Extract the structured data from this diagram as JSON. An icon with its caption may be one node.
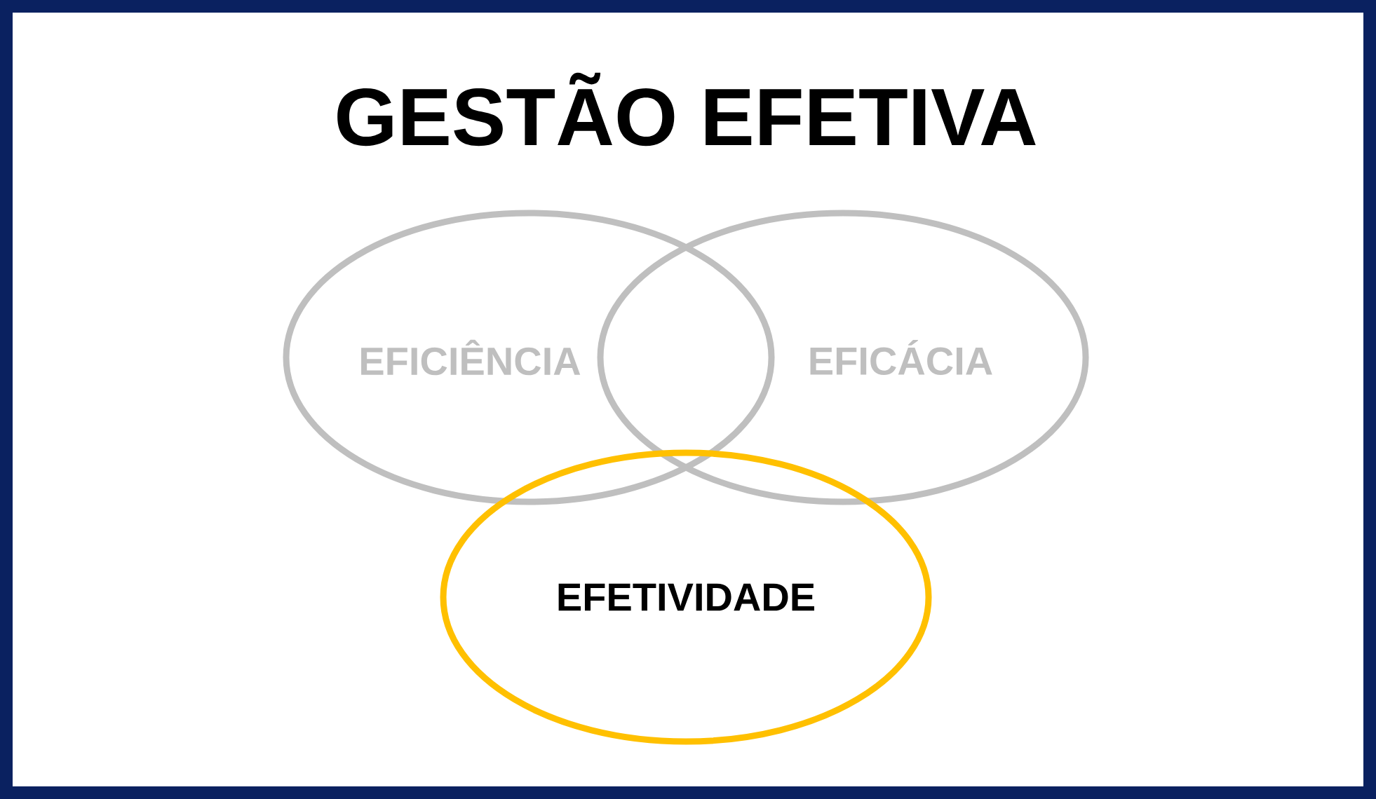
{
  "diagram": {
    "title": "GESTÃO EFETIVA",
    "nodes": [
      {
        "text": [
          "EFICIÊNCIA"
        ]
      },
      {
        "text": [
          "EFICÁCIA"
        ]
      },
      {
        "text": [
          "EFETIVIDADE"
        ]
      }
    ]
  }
}
